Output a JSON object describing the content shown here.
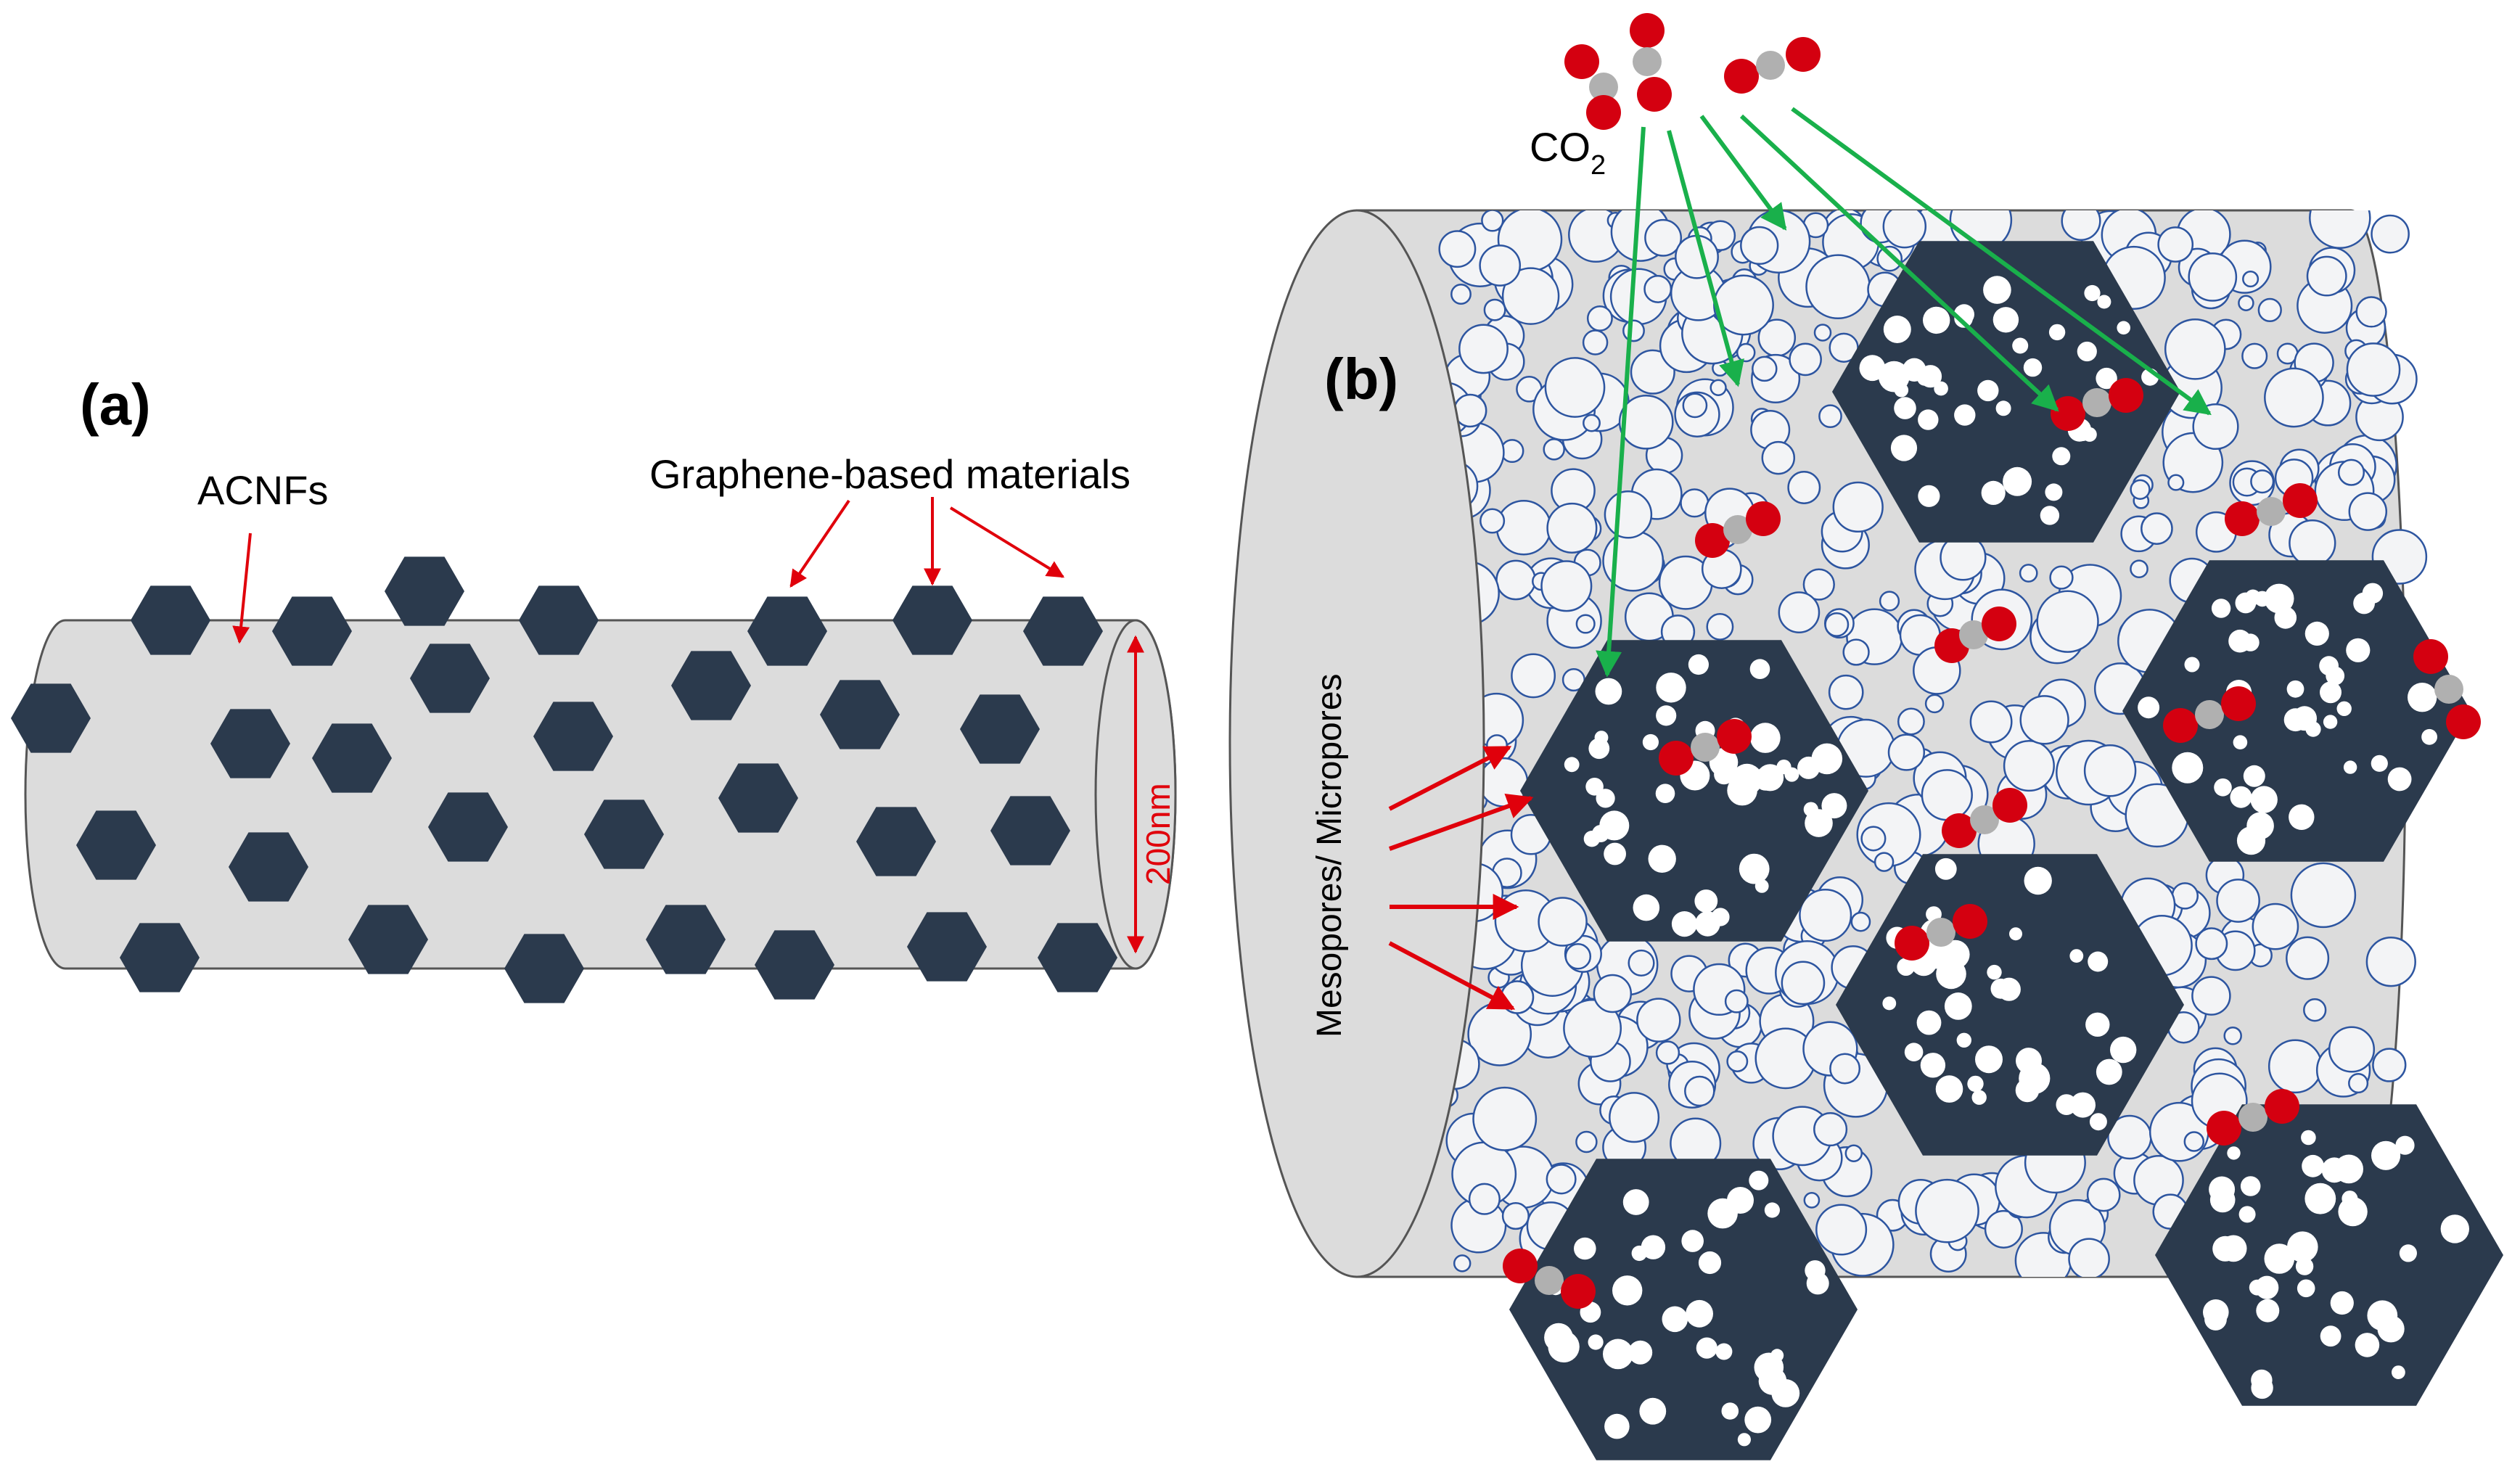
{
  "panel_a": {
    "label": "(a)",
    "fiber_label": "ACNFs",
    "particle_label": "Graphene-based materials",
    "diameter_label": "200nm"
  },
  "panel_b": {
    "label": "(b)",
    "molecule_label": "CO",
    "molecule_subscript": "2",
    "pore_label": "Mesopores/ Micropores"
  },
  "colors": {
    "fiber": "#dcdcdc",
    "hexagon": "#2b3a4d",
    "pore_outline": "#2d55a0",
    "arrow_red": "#e0000b",
    "arrow_green": "#19b04b",
    "oxygen": "#d40010",
    "carbon": "#b0b0b0"
  }
}
